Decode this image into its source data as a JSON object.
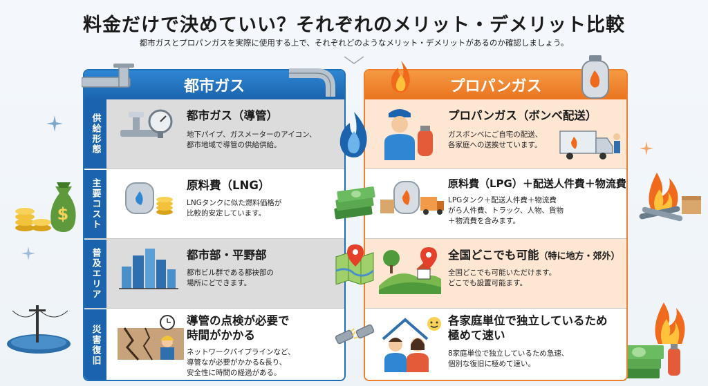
{
  "header": {
    "title": "料金だけで決めていい？それぞれのメリット・デメリット比較",
    "subtitle": "都市ガスとプロパンガスを実際に使用する上で、それぞれどのようなメリット・デメリットがあるのか確認しましょう。"
  },
  "left_panel": {
    "title": "都市ガス",
    "rows": [
      {
        "category": "供給形態",
        "title": "都市ガス（導管）",
        "desc_line1": "地下パイプ、ガスメーターのアイコン、",
        "desc_line2": "都市地域で導管の供給供給。"
      },
      {
        "category": "主要コスト",
        "title": "原料費（LNG）",
        "desc_line1": "LNGタンクに似た燃料価格が",
        "desc_line2": "比較的安定しています。"
      },
      {
        "category": "普及エリア",
        "title": "都市部・平野部",
        "desc_line1": "都市ビル群である都袂部の",
        "desc_line2": "場所にどできます。"
      },
      {
        "category": "災害復旧",
        "title_line1": "導管の点検が必要で",
        "title_line2": "時間がかかる",
        "desc_line1": "ネットワークパイプラインなど、",
        "desc_line2": "導管なが必要がかかる&長り、",
        "desc_line3": "安全性に時間の経過がある。"
      }
    ]
  },
  "right_panel": {
    "title": "プロパンガス",
    "rows": [
      {
        "title": "プロパンガス（ボンベ配送）",
        "desc_line1": "ガスボンベにご自宅の配送、",
        "desc_line2": "各家庭への送挨せています。"
      },
      {
        "title": "原料費（LPG）＋配送人件費＋物流費",
        "desc_line1": "LPGタンク＋配送人件費＋物流費",
        "desc_line2": "がら人件費、トラック、人物、貨物",
        "desc_line3": "＋物流費を含みます。"
      },
      {
        "title_main": "全国どこでも可能",
        "title_sub": "（特に地方・郊外）",
        "desc_line1": "全国どこでも可能いただけます。",
        "desc_line2": "どこでも設置可能ます。"
      },
      {
        "title_line1": "各家庭単位で独立しているため",
        "title_line2": "極めて速い",
        "desc_line1": "8家庭単位で独立しているため急速、",
        "desc_line2": "個別な復旧に極めて速い。"
      }
    ]
  },
  "colors": {
    "city_gas_blue": "#1b64ad",
    "propane_orange": "#ea7420",
    "shade_gray": "#dcdcdc",
    "shade_peach": "#fde6d2"
  },
  "icons": [
    "pipe-icon",
    "gas-meter-icon",
    "blue-flame-icon",
    "orange-flame-icon",
    "gas-cylinder-icon",
    "lng-tank-icon",
    "coins-icon",
    "city-buildings-icon",
    "earthquake-crack-icon",
    "clock-icon",
    "worker-icon",
    "delivery-person-icon",
    "delivery-truck-icon",
    "cash-stack-icon",
    "map-pin-icon",
    "countryside-icon",
    "family-house-icon",
    "broken-pipe-icon",
    "campfire-icon",
    "money-bag-icon",
    "sparkle-icon",
    "utility-pole-icon"
  ]
}
